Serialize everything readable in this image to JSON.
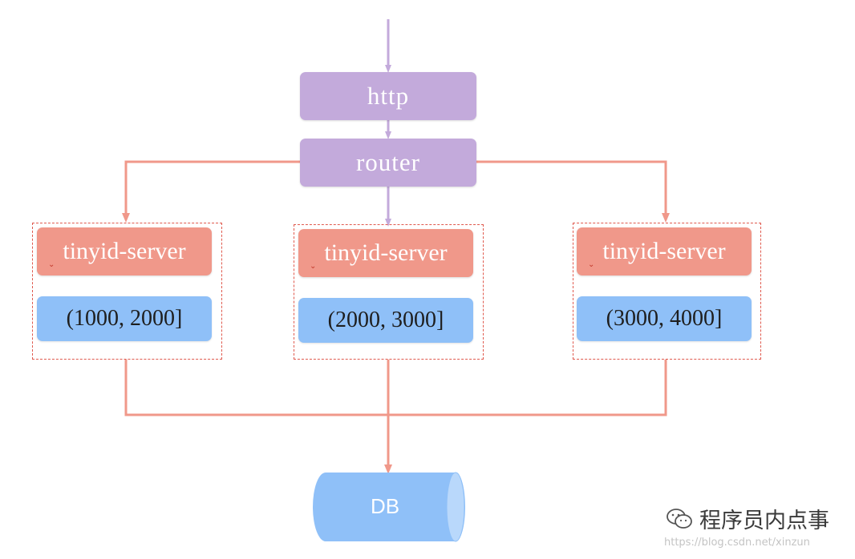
{
  "diagram": {
    "entry": "http",
    "router": "router",
    "servers": [
      {
        "name": "tinyid-server",
        "range": "(1000, 2000]"
      },
      {
        "name": "tinyid-server",
        "range": "(2000, 3000]"
      },
      {
        "name": "tinyid-server",
        "range": "(3000, 4000]"
      }
    ],
    "database": "DB"
  },
  "colors": {
    "purple": "#c3aadb",
    "salmon": "#f0988a",
    "blue": "#8fc0f8",
    "connector_orange": "#f0988a",
    "connector_purple": "#c3aadb",
    "dashed_border": "#e05a4e"
  },
  "watermark": {
    "account": "程序员内点事",
    "url": "https://blog.csdn.net/xinzun"
  }
}
